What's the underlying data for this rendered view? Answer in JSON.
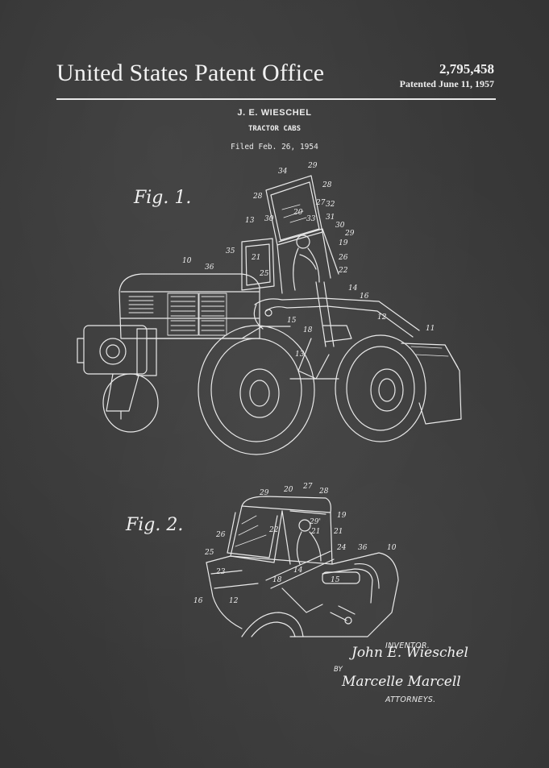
{
  "header": {
    "office_title": "United States Patent Office",
    "patent_number": "2,795,458",
    "patent_date": "Patented June 11, 1957"
  },
  "patent": {
    "inventor": "J. E. WIESCHEL",
    "subject": "TRACTOR CABS",
    "filed": "Filed Feb. 26, 1954"
  },
  "figures": {
    "fig1_label": "Fig. 1.",
    "fig2_label": "Fig. 2."
  },
  "refs_fig1": [
    "34",
    "29",
    "28",
    "28",
    "32",
    "30",
    "20",
    "33",
    "31",
    "30",
    "13",
    "29",
    "19",
    "35",
    "21",
    "26",
    "10",
    "36",
    "25",
    "22",
    "14",
    "16",
    "15",
    "18",
    "12",
    "11",
    "13",
    "27"
  ],
  "refs_fig2": [
    "29",
    "20",
    "27",
    "28",
    "19",
    "29'",
    "22",
    "21",
    "21",
    "26",
    "25",
    "24",
    "36",
    "10",
    "23",
    "14",
    "15",
    "18",
    "16",
    "12"
  ],
  "signatures": {
    "inventor_label": "INVENTOR.",
    "inventor_signature": "John E. Wieschel",
    "by_label": "BY",
    "attorney_signature": "Marcelle Marcell",
    "attorneys_label": "ATTORNEYS."
  },
  "colors": {
    "background": "#3a3a3a",
    "ink": "#ececec"
  }
}
